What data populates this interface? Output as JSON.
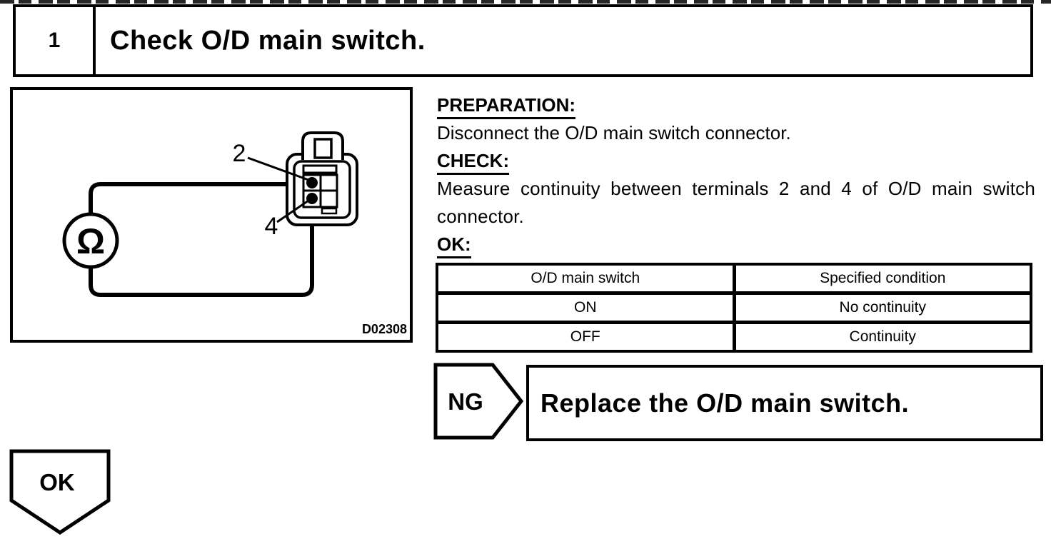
{
  "step": {
    "number": "1",
    "title": "Check O/D main switch."
  },
  "figure": {
    "ohmmeter_symbol": "Ω",
    "terminal_top_label": "2",
    "terminal_bottom_label": "4",
    "figure_code": "D02308"
  },
  "instructions": {
    "preparation_heading": "PREPARATION:",
    "preparation_text": "Disconnect the O/D main switch connector.",
    "check_heading": "CHECK:",
    "check_text": "Measure continuity between terminals 2 and 4 of O/D main switch connector.",
    "ok_heading": "OK:"
  },
  "result_table": {
    "columns": [
      "O/D main switch",
      "Specified condition"
    ],
    "rows": [
      {
        "switch": "ON",
        "condition": "No continuity"
      },
      {
        "switch": "OFF",
        "condition": "Continuity"
      }
    ]
  },
  "ng": {
    "label": "NG",
    "action": "Replace the O/D main switch."
  },
  "ok": {
    "label": "OK"
  }
}
